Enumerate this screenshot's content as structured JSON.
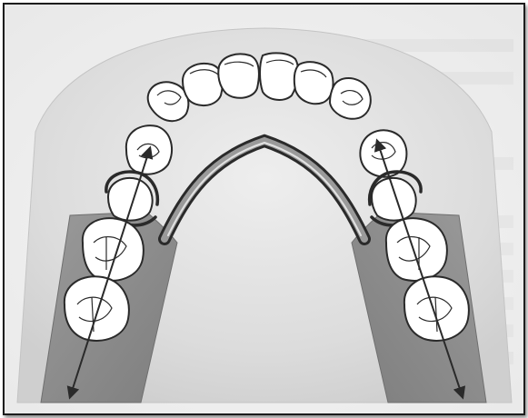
{
  "figure": {
    "subject": "partial-denture-occlusal-view",
    "colors": {
      "page_background": "#f1f1f1",
      "palate_shading": "#d9d9d9",
      "edentulous_area": "#8d8d8d",
      "tooth_fill": "#ffffff",
      "outline": "#2a2a2a",
      "frame_border": "#1c1c1c"
    },
    "parts": {
      "anterior_teeth": 6,
      "premolars_per_side": 1,
      "clasped_teeth_per_side": 1,
      "replaced_molars_per_side": 2,
      "measurement_arrows": 2
    },
    "visible_labels": []
  }
}
